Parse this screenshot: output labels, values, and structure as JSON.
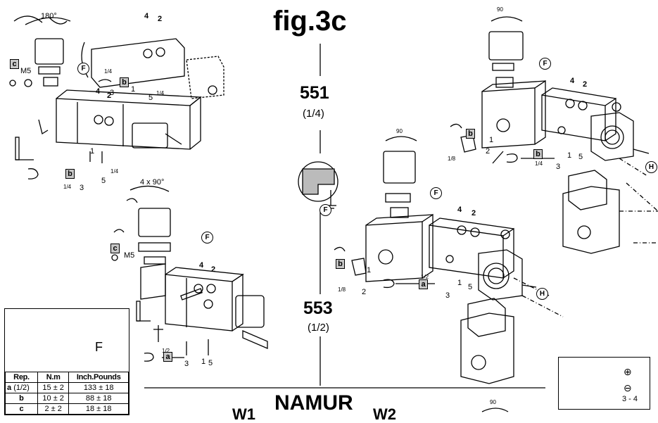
{
  "figure": {
    "title": "fig.3c"
  },
  "models": [
    {
      "number": "551",
      "size": "(1/4)"
    },
    {
      "number": "553",
      "size": "(1/2)"
    }
  ],
  "footer": {
    "namur": "NAMUR",
    "w1": "W1",
    "w2": "W2"
  },
  "rotations": {
    "r180": "180°",
    "r90a": "90",
    "r90b": "90",
    "r4x90": "4 x 90°",
    "r90c": "90"
  },
  "ports": {
    "p1": "1",
    "p2": "2",
    "p3": "3",
    "p4": "4",
    "p5": "5"
  },
  "sizes": {
    "quarter": "1/4",
    "half": "1/2",
    "eighth": "1/8",
    "m5": "M5"
  },
  "callouts": {
    "a": "a",
    "b": "b",
    "c": "c",
    "F": "F",
    "H": "H"
  },
  "torque_table": {
    "force_label": "F",
    "headers": [
      "Rep.",
      "N.m",
      "Inch.Pounds"
    ],
    "rows": [
      {
        "rep": "a",
        "size": "(1/2)",
        "nm": "15 ± 2",
        "inlb": "133 ± 18"
      },
      {
        "rep": "b",
        "size": "",
        "nm": "10 ± 2",
        "inlb": "88 ± 18"
      },
      {
        "rep": "c",
        "size": "",
        "nm": "2 ± 2",
        "inlb": "18 ± 18"
      }
    ]
  },
  "tools": {
    "phillips": "⊕",
    "flat": "⊖",
    "hex_size": "3 - 4"
  }
}
